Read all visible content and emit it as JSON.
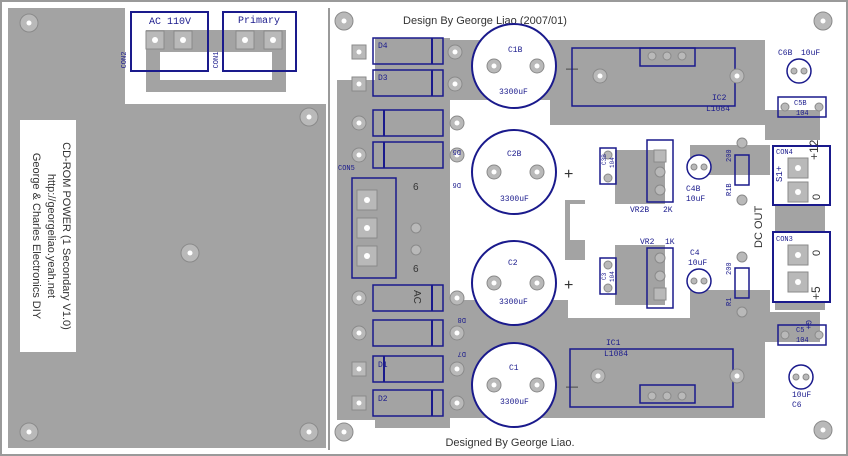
{
  "board": {
    "top_credit": "Design By George Liao (2007/01)",
    "bottom_credit": "Designed By George Liao.",
    "side_text": [
      "George & Charles Electronics DIY",
      "http://georgeliao.yeah.net",
      "CD-ROM POWER (1 Secondary V1.0)"
    ]
  },
  "labels": {
    "ac_input": "AC 110V",
    "primary": "Primary",
    "con2": "CON2",
    "con1": "CON1",
    "con5": "CON5",
    "con4": "CON4",
    "con3": "CON3",
    "dc_out": "DC OUT",
    "d1": "D1",
    "d2": "D2",
    "d3": "D3",
    "d4": "D4",
    "d5": "D5",
    "d6": "D6",
    "d7": "D7",
    "d8": "D8",
    "c1b": "C1B",
    "c2b": "C2B",
    "c2": "C2",
    "c1": "C1",
    "cap_value": "3300uF",
    "c3b": "C3B",
    "c3b_val": "104",
    "c3": "C3",
    "c3_val": "104",
    "c4b": "C4B",
    "c4b_val": "10uF",
    "c4": "C4",
    "c4_val": "10uF",
    "c5b": "C5B",
    "c5b_val": "104",
    "c5": "C5",
    "c5_val": "104",
    "c6b": "C6B",
    "c6b_val": "10uF",
    "c6": "C6",
    "c6_val": "10uF",
    "ic2": "IC2",
    "ic2_part": "L1084",
    "ic1": "IC1",
    "ic1_part": "L1084",
    "vr2b": "VR2B",
    "vr2b_val": "2K",
    "vr2": "VR2",
    "vr2_val": "1K",
    "r1b": "R1B",
    "r1b_val": "200",
    "r1": "R1",
    "r1_val": "200",
    "plus12": "+12",
    "plus5": "+5",
    "zero_a": "0",
    "zero_b": "0",
    "s1_mark": "S1+",
    "g_mark": "G+",
    "ac_mark": "AC",
    "six_a": "6",
    "six_b": "6",
    "plus": "+",
    "minus": "—"
  }
}
